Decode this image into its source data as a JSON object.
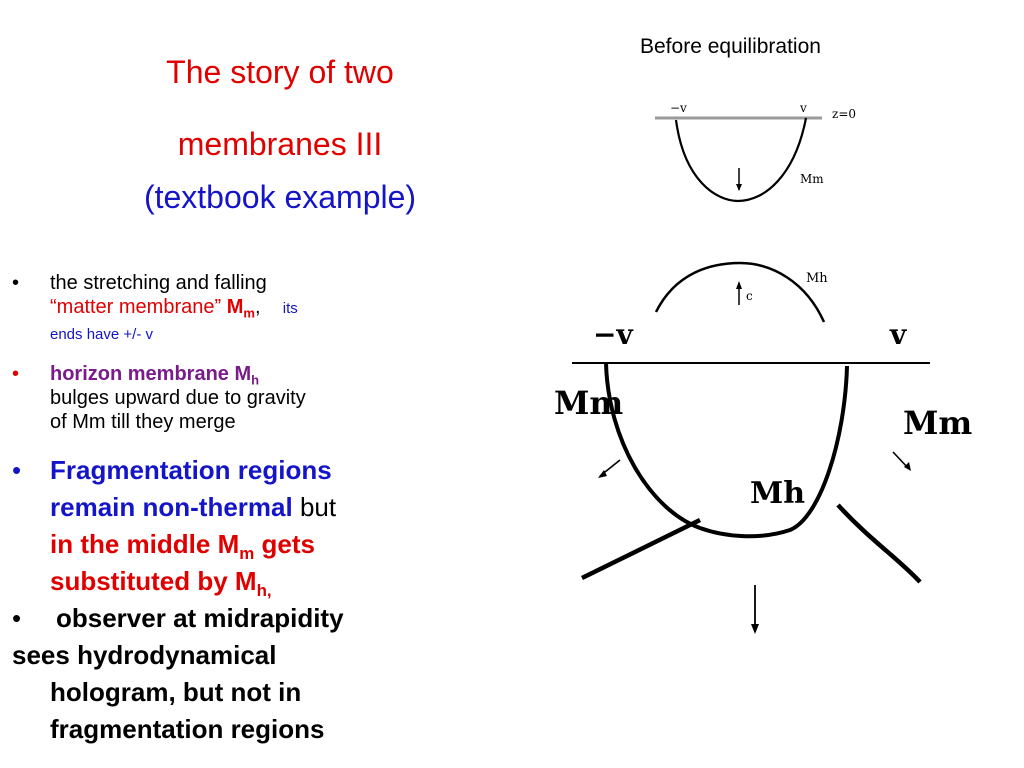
{
  "title": {
    "line1": "The story of two",
    "line2": "membranes III",
    "line3": "(textbook example)"
  },
  "caption": "Before equilibration",
  "bullets": {
    "marker": "•",
    "b1": {
      "text": " the stretching and falling",
      "quote": "“matter membrane”",
      "symbol": "M",
      "sub": "m",
      "comma": ",",
      "small1": "its",
      "small2": "ends have +/- v"
    },
    "b2": {
      "bold": "horizon membrane M",
      "sub": "h",
      "line2": "bulges upward due to  gravity",
      "line3": "of Mm till they merge"
    },
    "b3": {
      "blue1": "Fragmentation regions",
      "blue2": "remain non-thermal",
      "but": " but",
      "red1": "in the middle M",
      "sub1": "m",
      "red2": " gets",
      "red3": "substituted by M",
      "sub2": "h,"
    },
    "b4": {
      "line1": "observer at midrapidity",
      "line2": "sees hydrodynamical",
      "line3": "hologram, but not in",
      "line4": "fragmentation regions"
    }
  },
  "diagram_small": {
    "left_label": "−v",
    "right_label": "v",
    "z_label": "z=0",
    "membrane_label": "Mm"
  },
  "diagram_large": {
    "top_membrane_label": "Mh",
    "arrow_label": "c",
    "left_v": "−v",
    "right_v": "v",
    "left_mm": "Mm",
    "right_mm": "Mm",
    "center_label": "Mh"
  }
}
